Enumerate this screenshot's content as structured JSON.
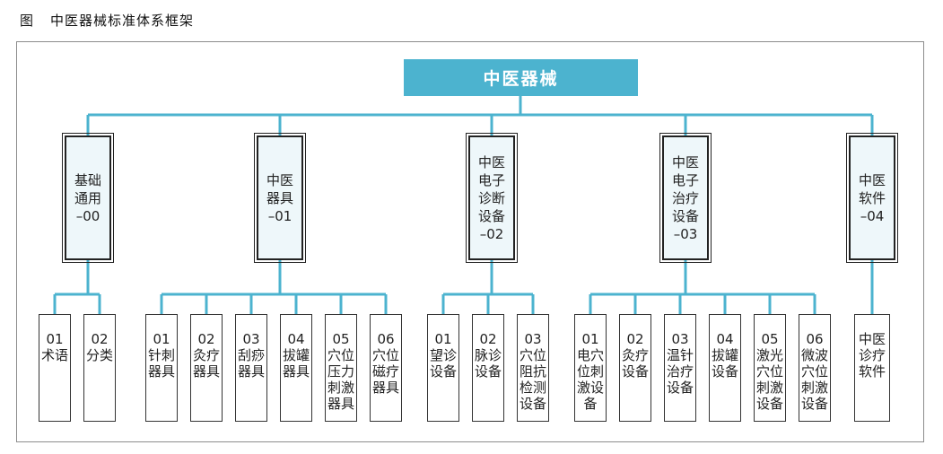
{
  "caption": {
    "figure_label": "图",
    "title": "中医器械标准体系框架"
  },
  "root": {
    "label": "中医器械"
  },
  "categories": [
    {
      "label": "基础\n通用\n–00"
    },
    {
      "label": "中医\n器具\n–01"
    },
    {
      "label": "中医\n电子\n诊断\n设备\n–02"
    },
    {
      "label": "中医\n电子\n治疗\n设备\n–03"
    },
    {
      "label": "中医\n软件\n–04"
    }
  ],
  "leaves": [
    {
      "label": "01\n术语"
    },
    {
      "label": "02\n分类"
    },
    {
      "label": "01\n针刺\n器具"
    },
    {
      "label": "02\n灸疗\n器具"
    },
    {
      "label": "03\n刮痧\n器具"
    },
    {
      "label": "04\n拔罐\n器具"
    },
    {
      "label": "05\n穴位\n压力\n刺激\n器具"
    },
    {
      "label": "06\n穴位\n磁疗\n器具"
    },
    {
      "label": "01\n望诊\n设备"
    },
    {
      "label": "02\n脉诊\n设备"
    },
    {
      "label": "03\n穴位\n阻抗\n检测\n设备"
    },
    {
      "label": "01\n电穴\n位刺\n激设\n备"
    },
    {
      "label": "02\n灸疗\n设备"
    },
    {
      "label": "03\n温针\n治疗\n设备"
    },
    {
      "label": "04\n拔罐\n设备"
    },
    {
      "label": "05\n激光\n穴位\n刺激\n设备"
    },
    {
      "label": "06\n微波\n穴位\n刺激\n设备"
    },
    {
      "label": "中医\n诊疗\n软件"
    }
  ],
  "colors": {
    "accent": "#4cb3cf",
    "line": "#4cb3cf",
    "box_border": "#222222",
    "category_fill": "#eef7fa"
  }
}
